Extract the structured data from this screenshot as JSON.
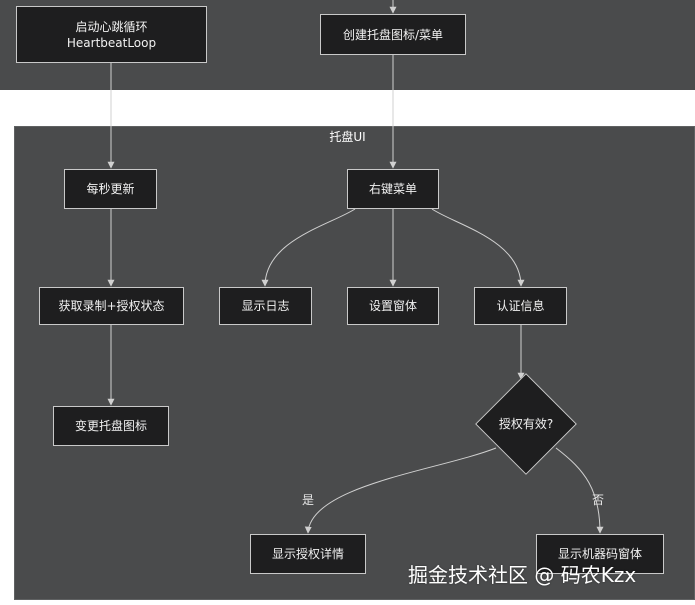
{
  "subgraph": {
    "title": "托盘UI"
  },
  "nodes": {
    "heartbeat": {
      "line1": "启动心跳循环",
      "line2": "HeartbeatLoop"
    },
    "create_tray": "创建托盘图标/菜单",
    "per_second": "每秒更新",
    "context_menu": "右键菜单",
    "get_status": "获取录制+授权状态",
    "show_log": "显示日志",
    "settings_window": "设置窗体",
    "auth_info": "认证信息",
    "change_icon": "变更托盘图标",
    "auth_valid": "授权有效?",
    "show_auth_detail": "显示授权详情",
    "show_machine_code": "显示机器码窗体"
  },
  "edge_labels": {
    "yes": "是",
    "no": "否"
  },
  "watermark": "掘金技术社区 @ 码农Kzx"
}
